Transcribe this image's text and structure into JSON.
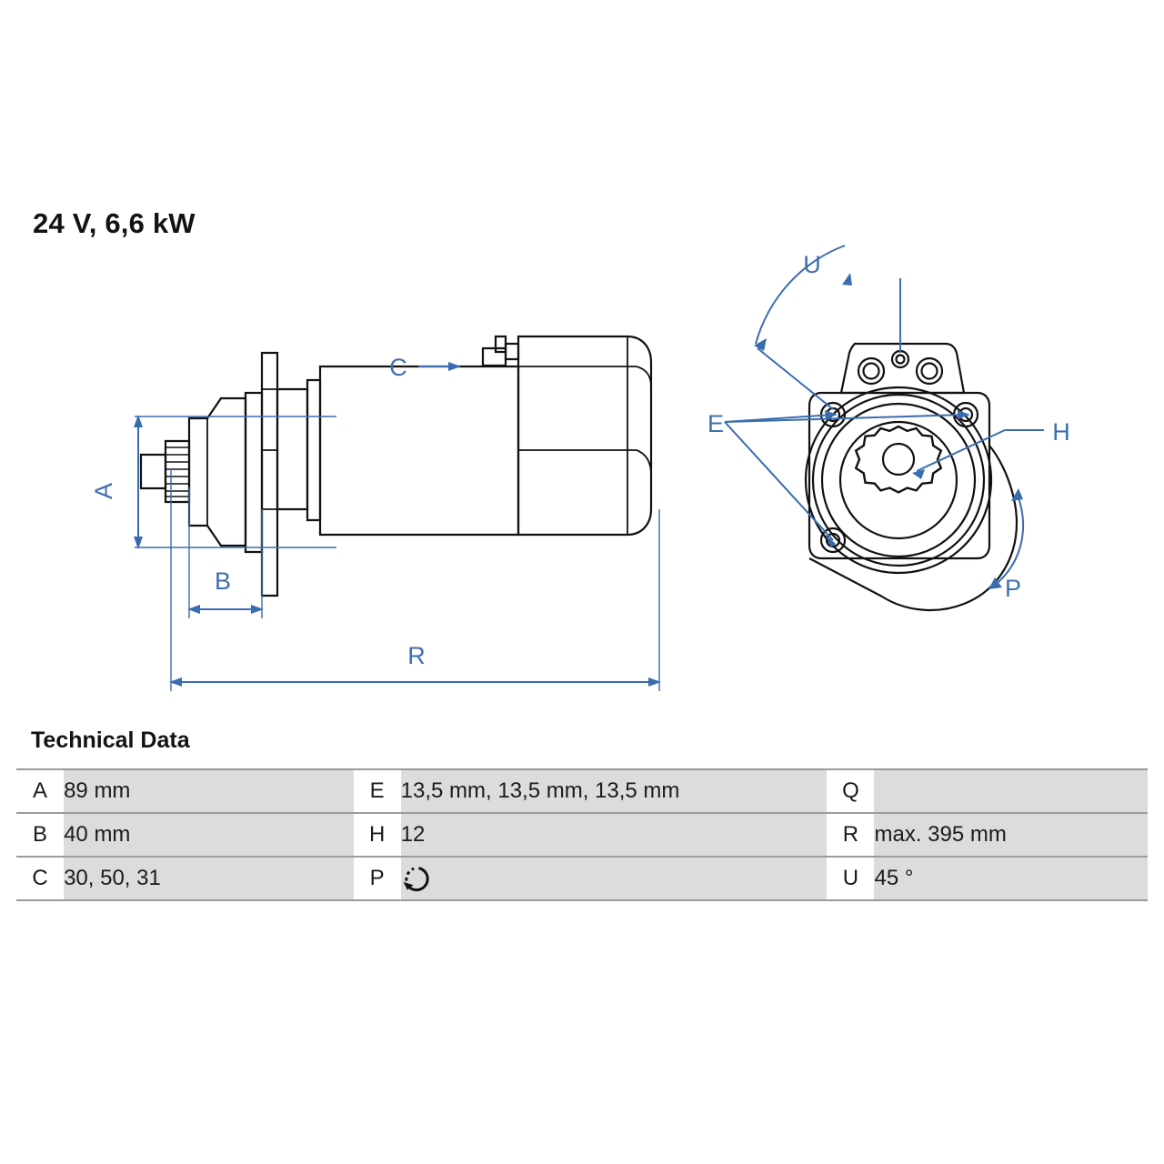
{
  "title": "24 V, 6,6 kW",
  "sections": {
    "technical_data_heading": "Technical Data"
  },
  "colors": {
    "dimension_blue": "#3a6cb0",
    "outline_black": "#111111",
    "table_value_bg": "#dcdcdc",
    "table_border": "#9b9b9b",
    "text_black": "#1a1a1a"
  },
  "drawing": {
    "side_view": {
      "labels": {
        "A": "A",
        "B": "B",
        "C": "C",
        "R": "R"
      }
    },
    "front_view": {
      "labels": {
        "U": "U",
        "E": "E",
        "H": "H",
        "P": "P"
      }
    }
  },
  "table": {
    "rows": [
      {
        "c1_key": "A",
        "c1_value": "89 mm",
        "c2_key": "E",
        "c2_value": "13,5 mm, 13,5 mm, 13,5 mm",
        "c3_key": "Q",
        "c3_value": ""
      },
      {
        "c1_key": "B",
        "c1_value": "40 mm",
        "c2_key": "H",
        "c2_value": "12",
        "c3_key": "R",
        "c3_value": "max. 395 mm"
      },
      {
        "c1_key": "C",
        "c1_value": "30, 50, 31",
        "c2_key": "P",
        "c2_value": "",
        "c2_symbol": "rotation-ccw-icon",
        "c3_key": "U",
        "c3_value": "45 °"
      }
    ]
  }
}
